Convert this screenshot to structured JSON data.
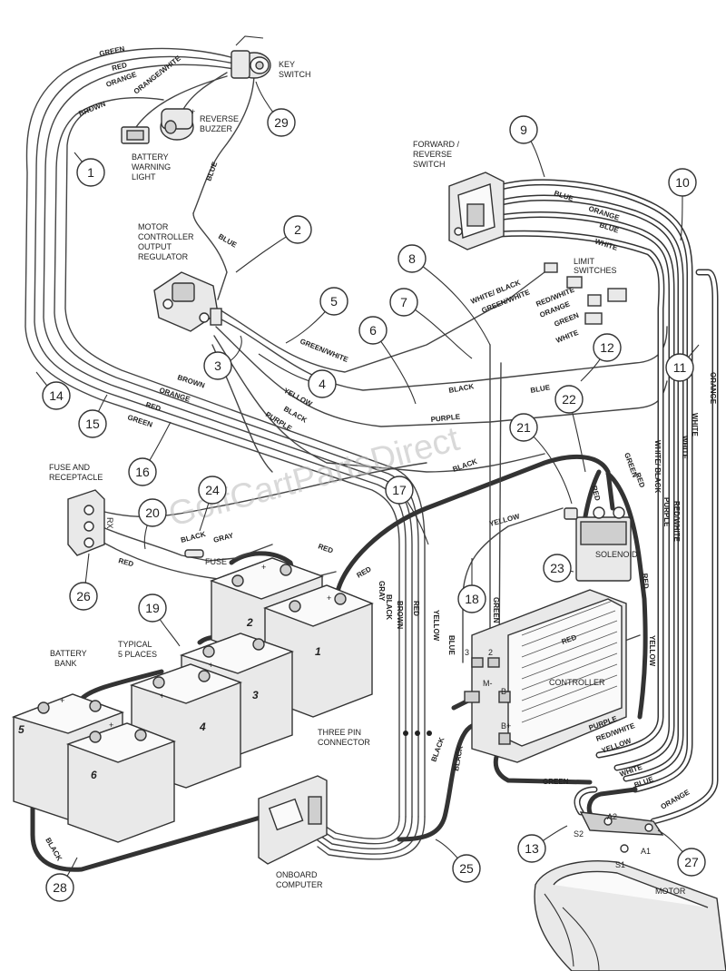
{
  "watermark": "GolfCartPartsDirect",
  "components": {
    "key_switch": "KEY",
    "key_switch_2": "SWITCH",
    "reverse_buzzer": "REVERSE",
    "reverse_buzzer_2": "BUZZER",
    "battery_warning_light": "BATTERY",
    "battery_warning_light_2": "WARNING",
    "battery_warning_light_3": "LIGHT",
    "motor_controller_output_regulator": "MOTOR",
    "motor_controller_output_regulator_2": "CONTROLLER",
    "motor_controller_output_regulator_3": "OUTPUT",
    "motor_controller_output_regulator_4": "REGULATOR",
    "forward_reverse_switch": "FORWARD /",
    "forward_reverse_switch_2": "REVERSE",
    "forward_reverse_switch_3": "SWITCH",
    "limit_switches": "LIMIT",
    "limit_switches_2": "SWITCHES",
    "fuse_and_receptacle": "FUSE AND",
    "fuse_and_receptacle_2": "RECEPTACLE",
    "fuse": "FUSE",
    "solenoid": "SOLENOID",
    "controller": "CONTROLLER",
    "battery_bank": "BATTERY",
    "battery_bank_2": "BANK",
    "typical_5_places": "TYPICAL",
    "typical_5_places_2": "5 PLACES",
    "three_pin_connector": "THREE PIN",
    "three_pin_connector_2": "CONNECTOR",
    "onboard_computer": "ONBOARD",
    "onboard_computer_2": "COMPUTER",
    "motor": "MOTOR",
    "terminal_m_minus": "M-",
    "terminal_b_minus": "B-",
    "terminal_b_plus": "B+",
    "terminal_a1": "A1",
    "terminal_a2": "A2",
    "terminal_s1": "S1",
    "terminal_s2": "S2",
    "controller_pin_3": "3",
    "controller_pin_2": "2",
    "fuse_rx": "RX"
  },
  "batteries": [
    "1",
    "2",
    "3",
    "4",
    "5",
    "6"
  ],
  "wire_labels": {
    "green": "GREEN",
    "red": "RED",
    "orange": "ORANGE",
    "orange_white": "ORANGE/WHITE",
    "brown": "BROWN",
    "blue": "BLUE",
    "green_white": "GREEN/WHITE",
    "yellow": "YELLOW",
    "black": "BLACK",
    "purple": "PURPLE",
    "white": "WHITE",
    "white_black": "WHITE/ BLACK",
    "red_white": "RED/WHITE",
    "white_black_2": "WHITE/ BLACK",
    "gray": "GRAY",
    "red_white_2": "RED/WHITE"
  },
  "callouts": [
    "1",
    "2",
    "3",
    "4",
    "5",
    "6",
    "7",
    "8",
    "9",
    "10",
    "11",
    "12",
    "13",
    "14",
    "15",
    "16",
    "17",
    "18",
    "19",
    "20",
    "21",
    "22",
    "23",
    "24",
    "25",
    "26",
    "27",
    "28",
    "29"
  ]
}
